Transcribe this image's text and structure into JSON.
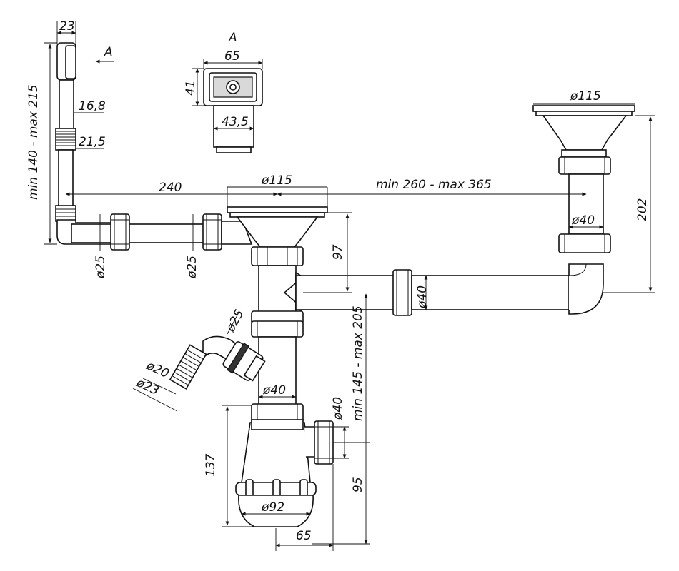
{
  "view_label": "A",
  "arrow_label": "A",
  "dimensions": {
    "d_23": "23",
    "d_16_8": "16,8",
    "d_21_5": "21,5",
    "d_overflow_height": "min 140 - max 215",
    "d_65_top": "65",
    "d_41": "41",
    "d_43_5": "43,5",
    "d_115_right": "ø115",
    "d_115_center": "ø115",
    "d_240": "240",
    "d_260_365": "min 260 - max 365",
    "d_202": "202",
    "d_40_right": "ø40",
    "d_25_a": "ø25",
    "d_25_b": "ø25",
    "d_97": "97",
    "d_40_horiz": "ø40",
    "d_25_hose": "ø25",
    "d_20": "ø20",
    "d_23_hose": "ø23",
    "d_40_center": "ø40",
    "d_145_205": "min 145 - max 205",
    "d_40_outlet": "ø40",
    "d_137": "137",
    "d_95": "95",
    "d_92": "ø92",
    "d_65_bottom": "65"
  }
}
